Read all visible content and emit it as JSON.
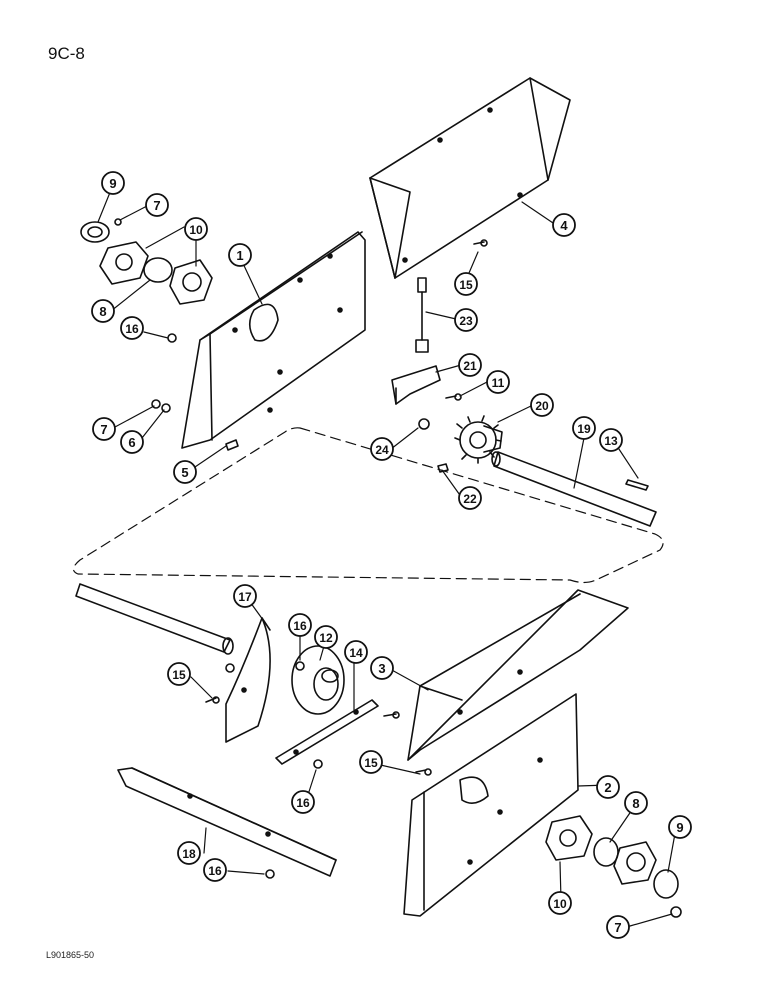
{
  "page_label": "9C-8",
  "figure_code": "L901865-50",
  "callouts": [
    {
      "id": "c9a",
      "label": "9"
    },
    {
      "id": "c7a",
      "label": "7"
    },
    {
      "id": "c10a",
      "label": "10"
    },
    {
      "id": "c1",
      "label": "1"
    },
    {
      "id": "c8a",
      "label": "8"
    },
    {
      "id": "c16a",
      "label": "16"
    },
    {
      "id": "c7b",
      "label": "7"
    },
    {
      "id": "c6",
      "label": "6"
    },
    {
      "id": "c5",
      "label": "5"
    },
    {
      "id": "c4",
      "label": "4"
    },
    {
      "id": "c15a",
      "label": "15"
    },
    {
      "id": "c23",
      "label": "23"
    },
    {
      "id": "c21",
      "label": "21"
    },
    {
      "id": "c11",
      "label": "11"
    },
    {
      "id": "c20",
      "label": "20"
    },
    {
      "id": "c19",
      "label": "19"
    },
    {
      "id": "c13",
      "label": "13"
    },
    {
      "id": "c24",
      "label": "24"
    },
    {
      "id": "c22",
      "label": "22"
    },
    {
      "id": "c17",
      "label": "17"
    },
    {
      "id": "c16b",
      "label": "16"
    },
    {
      "id": "c12",
      "label": "12"
    },
    {
      "id": "c14",
      "label": "14"
    },
    {
      "id": "c15b",
      "label": "15"
    },
    {
      "id": "c3",
      "label": "3"
    },
    {
      "id": "c15c",
      "label": "15"
    },
    {
      "id": "c16c",
      "label": "16"
    },
    {
      "id": "c2",
      "label": "2"
    },
    {
      "id": "c8b",
      "label": "8"
    },
    {
      "id": "c9b",
      "label": "9"
    },
    {
      "id": "c18",
      "label": "18"
    },
    {
      "id": "c16d",
      "label": "16"
    },
    {
      "id": "c10b",
      "label": "10"
    },
    {
      "id": "c7c",
      "label": "7"
    }
  ]
}
